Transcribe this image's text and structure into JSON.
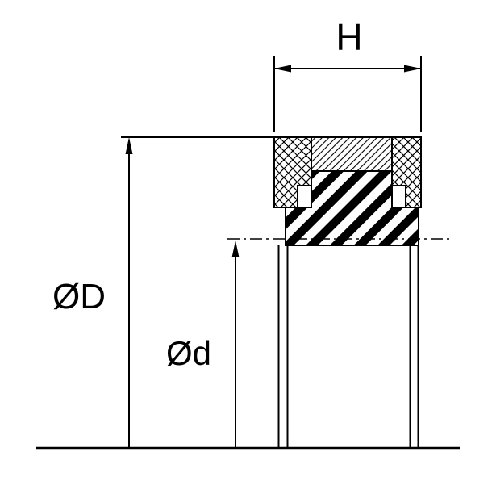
{
  "diagram": {
    "labels": {
      "height": "H",
      "outer_diameter": "ØD",
      "inner_diameter": "Ød"
    },
    "colors": {
      "line": "#000000",
      "background": "#ffffff"
    }
  }
}
